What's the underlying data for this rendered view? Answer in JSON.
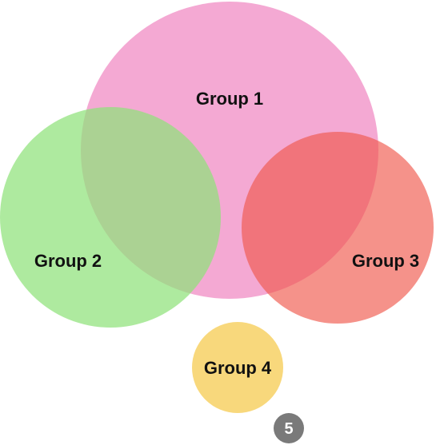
{
  "groups": [
    {
      "label": "Group 1",
      "color": "#f08cc4",
      "opacity": 0.75
    },
    {
      "label": "Group 2",
      "color": "#8fe27a",
      "opacity": 0.72
    },
    {
      "label": "Group 3",
      "color": "#f0584c",
      "opacity": 0.65
    },
    {
      "label": "Group 4",
      "color": "#f7d46e",
      "opacity": 0.9
    }
  ],
  "badge": {
    "label": "5",
    "color": "#7a7a7a"
  }
}
